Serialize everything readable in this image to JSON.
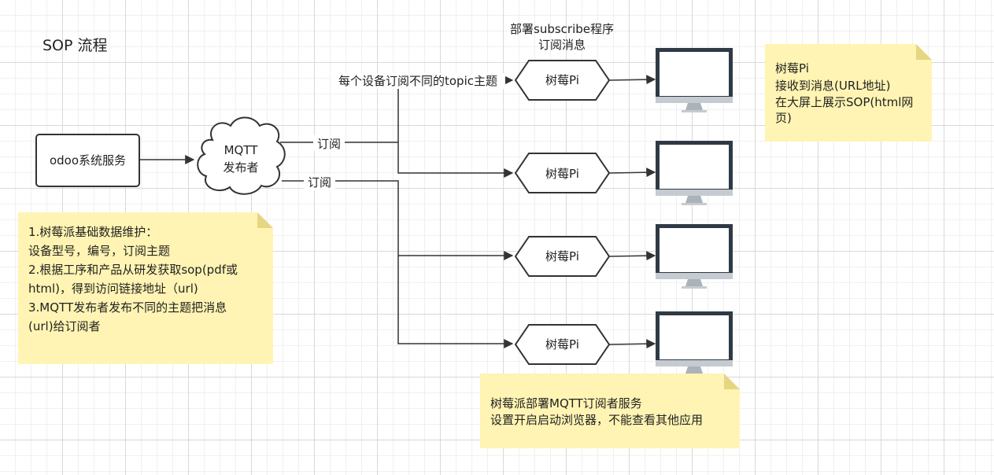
{
  "title": "SOP 流程",
  "nodes": {
    "odoo": "odoo系统服务",
    "mqtt": [
      "MQTT",
      "发布者"
    ],
    "pi_label": "树莓Pi"
  },
  "edge_labels": {
    "subscribe_1": "订阅",
    "subscribe_2": "订阅",
    "topic": "每个设备订阅不同的topic主题"
  },
  "deploy_caption": [
    "部署subscribe程序",
    "订阅消息"
  ],
  "notes": {
    "maintenance": [
      "1.树莓派基础数据维护：",
      "设备型号，编号，订阅主题",
      "2.根据工序和产品从研发获取sop(pdf或",
      "html)，得到访问链接地址（url)",
      "3.MQTT发布者发布不同的主题把消息",
      "(url)给订阅者"
    ],
    "pi_receive": [
      "树莓Pi",
      "接收到消息(URL地址)",
      "在大屏上展示SOP(html网",
      "页)"
    ],
    "pi_deploy": [
      "树莓派部署MQTT订阅者服务",
      "设置开启启动浏览器，不能查看其他应用"
    ]
  },
  "colors": {
    "note_fill": "#fff4b3",
    "note_fold": "#e6d682",
    "stroke": "#333333",
    "monitor_body": "#2f3a45",
    "monitor_base": "#c5cbd1"
  }
}
